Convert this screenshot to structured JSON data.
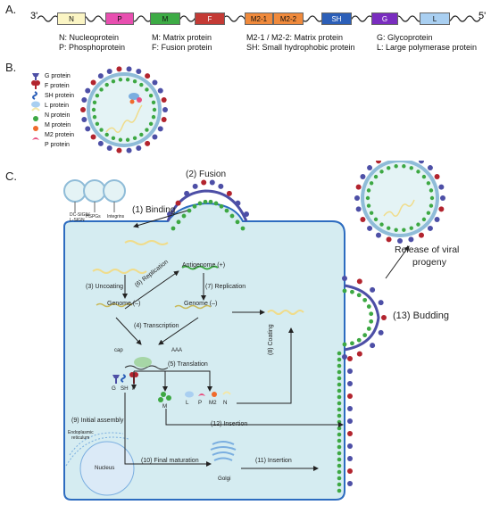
{
  "panel_a": {
    "label": "A.",
    "end5_left": "3'",
    "end5_right": "5'",
    "genes": [
      {
        "id": "N",
        "color": "#fbf5c4"
      },
      {
        "id": "P",
        "color": "#e84fb0"
      },
      {
        "id": "M",
        "color": "#3dab45"
      },
      {
        "id": "F",
        "color": "#c43a35"
      },
      {
        "id": "M2-1",
        "color": "#f08a3c"
      },
      {
        "id": "M2-2",
        "color": "#f08a3c"
      },
      {
        "id": "SH",
        "color": "#2c5fb8"
      },
      {
        "id": "G",
        "color": "#7a2dbf"
      },
      {
        "id": "L",
        "color": "#a9cff1"
      }
    ],
    "legend": [
      "N: Nucleoprotein",
      "P: Phosphoprotein",
      "M: Matrix protein",
      "F: Fusion protein",
      "M2-1 / M2-2: Matrix protein",
      "SH: Small hydrophobic protein",
      "G: Glycoprotein",
      "L: Large polymerase protein"
    ]
  },
  "panel_b": {
    "label": "B.",
    "legend": [
      {
        "icon": "g-protein-icon",
        "text": "G protein"
      },
      {
        "icon": "f-protein-icon",
        "text": "F protein"
      },
      {
        "icon": "sh-protein-icon",
        "text": "SH protein"
      },
      {
        "icon": "l-protein-icon",
        "text": "L protein"
      },
      {
        "icon": "n-protein-icon",
        "text": "N protein"
      },
      {
        "icon": "m-protein-icon",
        "text": "M protein"
      },
      {
        "icon": "m2-protein-icon",
        "text": "M2 protein"
      },
      {
        "icon": "p-protein-icon",
        "text": "P protein"
      }
    ]
  },
  "panel_c": {
    "label": "C.",
    "receptors": [
      "DC-SIGN/\nL-SIGN",
      "HSPGs",
      "Integrins"
    ],
    "receptor_1": "DC-SIGN/",
    "receptor_1b": "L-SIGN",
    "receptor_2": "HSPGs",
    "receptor_3": "Integrins",
    "binding": "(1) Binding",
    "fusion": "(2) Fusion",
    "uncoating": "(3) Uncoating",
    "genome_minus_1": "Genome (–)",
    "antigenome": "Antigenome (+)",
    "replication_6": "(6) Replication",
    "replication_7": "(7) Replication",
    "genome_minus_2": "Genome (–)",
    "transcription": "(4) Transcription",
    "cap": "cap",
    "aaa": "AAA",
    "translation": "(5) Translation",
    "coating": "(8) Coating",
    "proteins_left": [
      "G",
      "SH",
      "F"
    ],
    "protein_m": "M",
    "proteins_right": [
      "L",
      "P",
      "M2",
      "N"
    ],
    "initial_assembly": "(9) Initial assembly",
    "er": "Endoplasmic\nreticulum",
    "er_1": "Endoplasmic",
    "er_2": "reticulum",
    "insertion_12": "(12) Insertion",
    "nucleus": "Nucleus",
    "final_maturation": "(10) Final maturation",
    "insertion_11": "(11) Insertion",
    "golgi": "Golgi",
    "budding": "(13) Budding",
    "release_1": "Release of viral",
    "release_2": "progeny"
  },
  "colors": {
    "cell_fill": "#d5ecf1",
    "cell_border": "#2d6cc0",
    "m_protein": "#3da843",
    "g_protein": "#4d4fa6",
    "f_protein": "#b2242e"
  }
}
